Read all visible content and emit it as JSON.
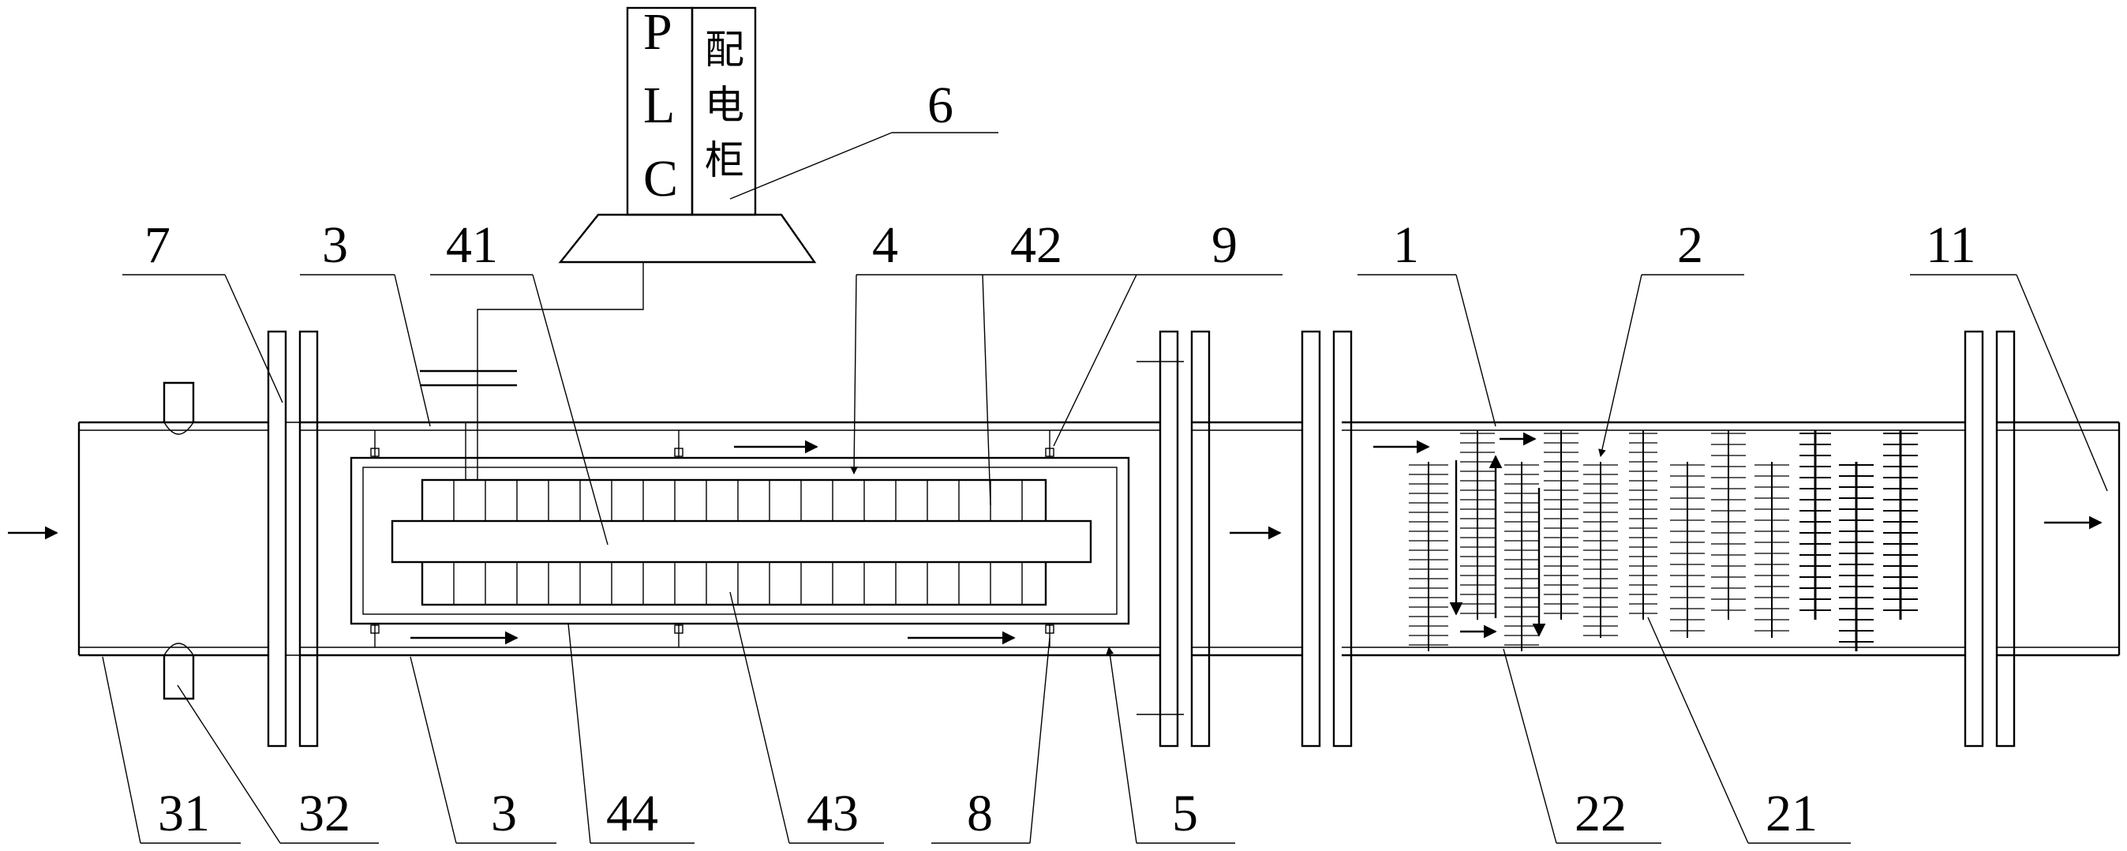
{
  "cabinet": {
    "plc_letters": [
      "P",
      "L",
      "C"
    ],
    "box_chars": [
      "配",
      "电",
      "柜"
    ]
  },
  "labels": {
    "l6": "6",
    "l7": "7",
    "l3_top": "3",
    "l41": "41",
    "l4": "4",
    "l42": "42",
    "l9": "9",
    "l1": "1",
    "l2": "2",
    "l11": "11",
    "l31": "31",
    "l32": "32",
    "l3_bottom": "3",
    "l44": "44",
    "l43": "43",
    "l8": "8",
    "l5": "5",
    "l22": "22",
    "l21": "21"
  },
  "colors": {
    "ink": "#000000",
    "background": "#ffffff"
  }
}
